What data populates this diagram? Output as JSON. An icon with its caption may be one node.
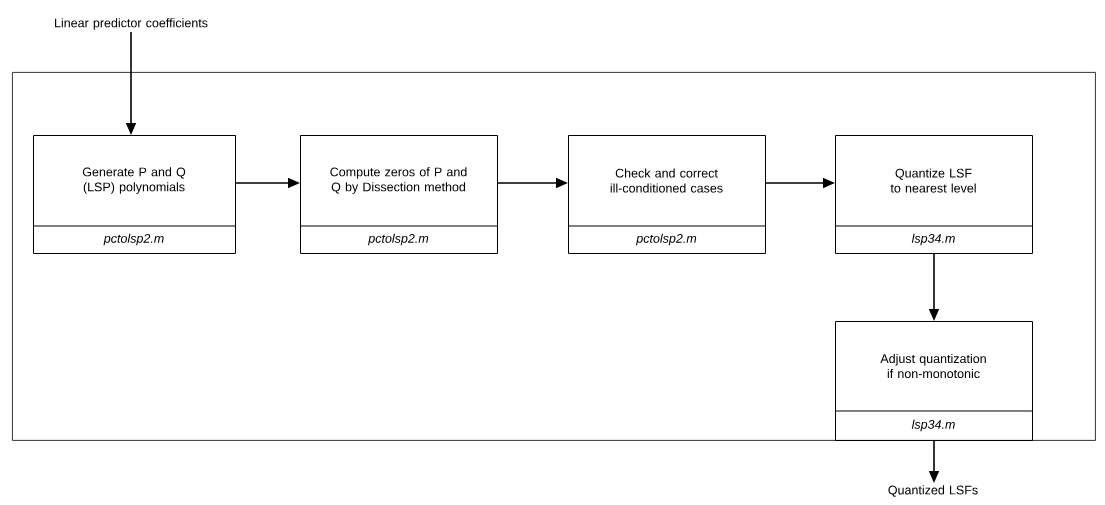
{
  "diagram": {
    "nodes": [
      {
        "text": [],
        "shape": "box"
      },
      {
        "text": [
          "Linear predictor coefficients"
        ]
      },
      {
        "text": [
          "Generate P and Q (LSP) polynomials",
          "pctolsp2.m"
        ],
        "in": 0
      },
      {
        "text": [
          "Compute zeros of P and Q by Dissection method",
          "pctolsp2.m"
        ],
        "in": 0
      },
      {
        "text": [
          "Check and correct ill-conditioned cases",
          "pctolsp2.m"
        ],
        "in": 0
      },
      {
        "text": [
          "Quantize LSF to nearest level",
          "lsp34.m"
        ],
        "in": 0
      },
      {
        "text": [
          "Adjust quantization if non-monotonic",
          "lsp34.m"
        ],
        "in": 0
      },
      {
        "text": [
          "Quantized LSFs"
        ]
      }
    ],
    "edges": [
      {
        "from": 1,
        "to": 2,
        "arrow": "to"
      },
      {
        "from": 2,
        "to": 3,
        "arrow": "to"
      },
      {
        "from": 3,
        "to": 4,
        "arrow": "to"
      },
      {
        "from": 4,
        "to": 5,
        "arrow": "to"
      },
      {
        "from": 5,
        "to": 6,
        "arrow": "to"
      },
      {
        "from": 6,
        "to": 7,
        "arrow": "to"
      }
    ]
  }
}
